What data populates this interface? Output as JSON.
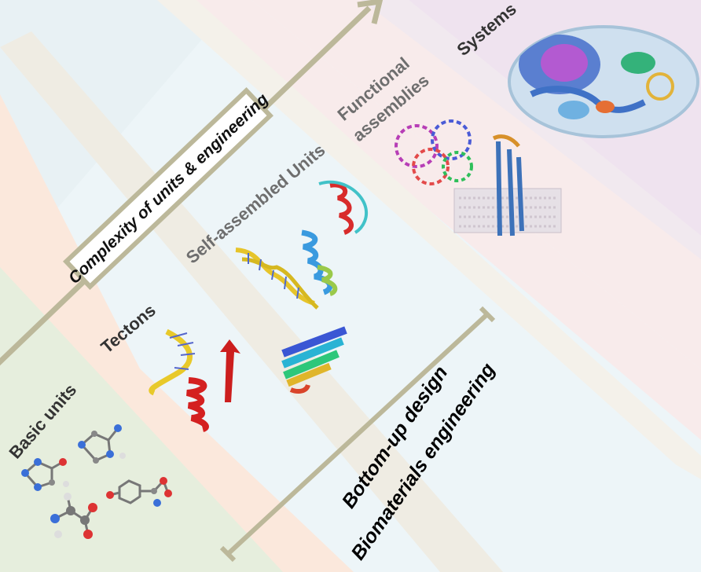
{
  "labels": {
    "basic_units": "Basic units",
    "tectons": "Tectons",
    "self_assembled_units": "Self-assembled Units",
    "functional_assemblies_line1": "Functional",
    "functional_assemblies_line2": "assemblies",
    "systems": "Systems"
  },
  "axis": {
    "complexity": "Complexity of units & engineering"
  },
  "design": {
    "line1": "Bottom-up design",
    "line2": "Biomaterials engineering"
  },
  "colors": {
    "band_basic": "#e6eedd",
    "band_tectons": "#fbe8dc",
    "band_self_assembled": "#edf5f8",
    "band_functional": "#f8ebeb",
    "band_systems": "#efe3ef",
    "arrow": "#bcb89a",
    "label_dark": "#333333",
    "label_gray": "#6e6e6e"
  },
  "icons": [
    "guanine-molecule",
    "adenine-molecule",
    "alanine-molecule",
    "tyrosine-molecule",
    "dna-strand",
    "alpha-helix",
    "beta-strand",
    "dna-double-helix",
    "helix-bundle",
    "beta-solenoid",
    "enzyme-complex",
    "membrane-protein",
    "cell"
  ]
}
